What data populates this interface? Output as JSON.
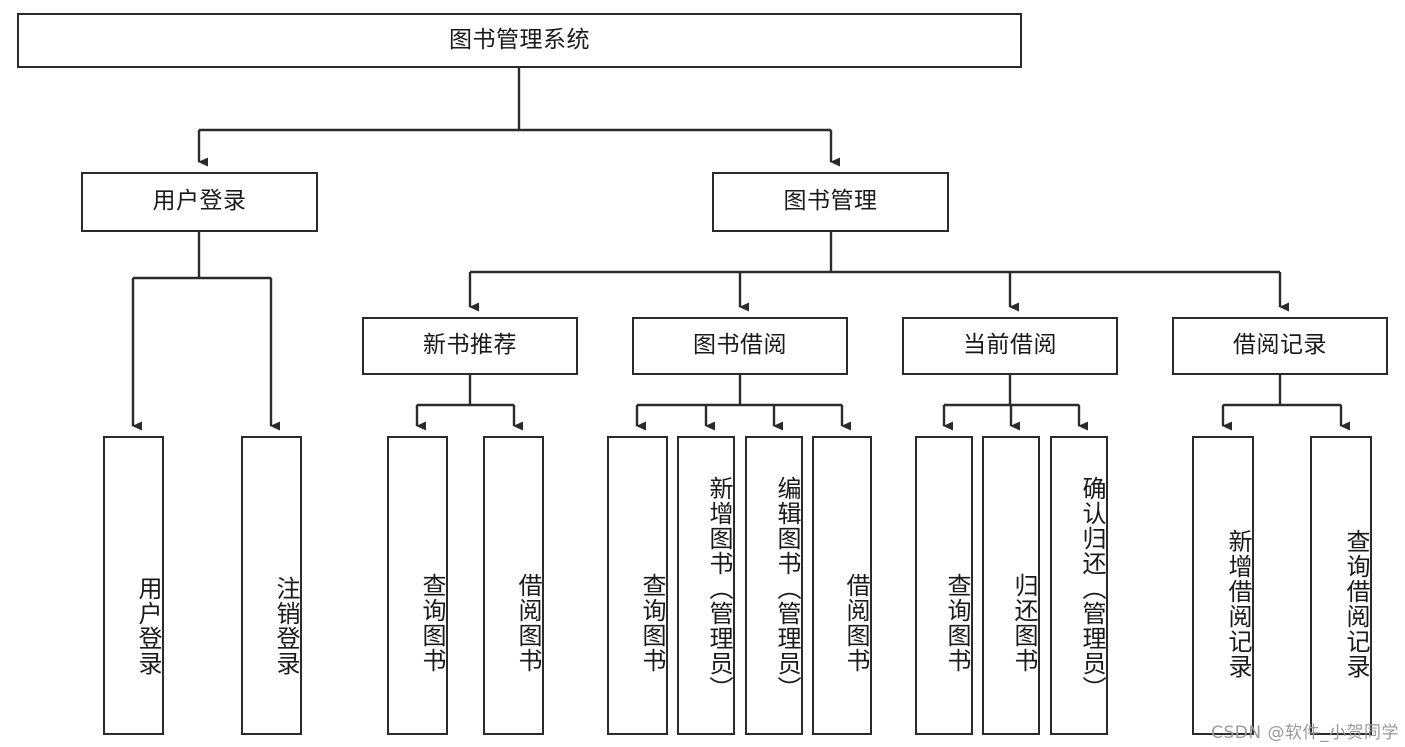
{
  "diagram": {
    "title": "图书管理系统",
    "type": "hierarchy-tree",
    "colors": {
      "box_border": "#2b2b2b",
      "box_fill": "#ffffff",
      "edge": "#2b2b2b",
      "text": "#1a1a1a",
      "watermark": "#9a9a9a"
    },
    "levels": {
      "root": {
        "label": "图书管理系统"
      },
      "level2": [
        {
          "label": "用户登录"
        },
        {
          "label": "图书管理"
        }
      ],
      "level3": [
        {
          "label": "新书推荐"
        },
        {
          "label": "图书借阅"
        },
        {
          "label": "当前借阅"
        },
        {
          "label": "借阅记录"
        }
      ],
      "leaves": {
        "user_login": [
          {
            "label": "用户登录"
          },
          {
            "label": "注销登录"
          }
        ],
        "new_book_recommend": [
          {
            "label": "查询图书"
          },
          {
            "label": "借阅图书"
          }
        ],
        "book_borrow": [
          {
            "label": "查询图书"
          },
          {
            "label": "新增图书（管理员）"
          },
          {
            "label": "编辑图书（管理员）"
          },
          {
            "label": "借阅图书"
          }
        ],
        "current_borrow": [
          {
            "label": "查询图书"
          },
          {
            "label": "归还图书"
          },
          {
            "label": "确认归还（管理员）"
          }
        ],
        "borrow_record": [
          {
            "label": "新增借阅记录"
          },
          {
            "label": "查询借阅记录"
          }
        ]
      }
    },
    "watermark": "CSDN @软件_小贺同学"
  }
}
